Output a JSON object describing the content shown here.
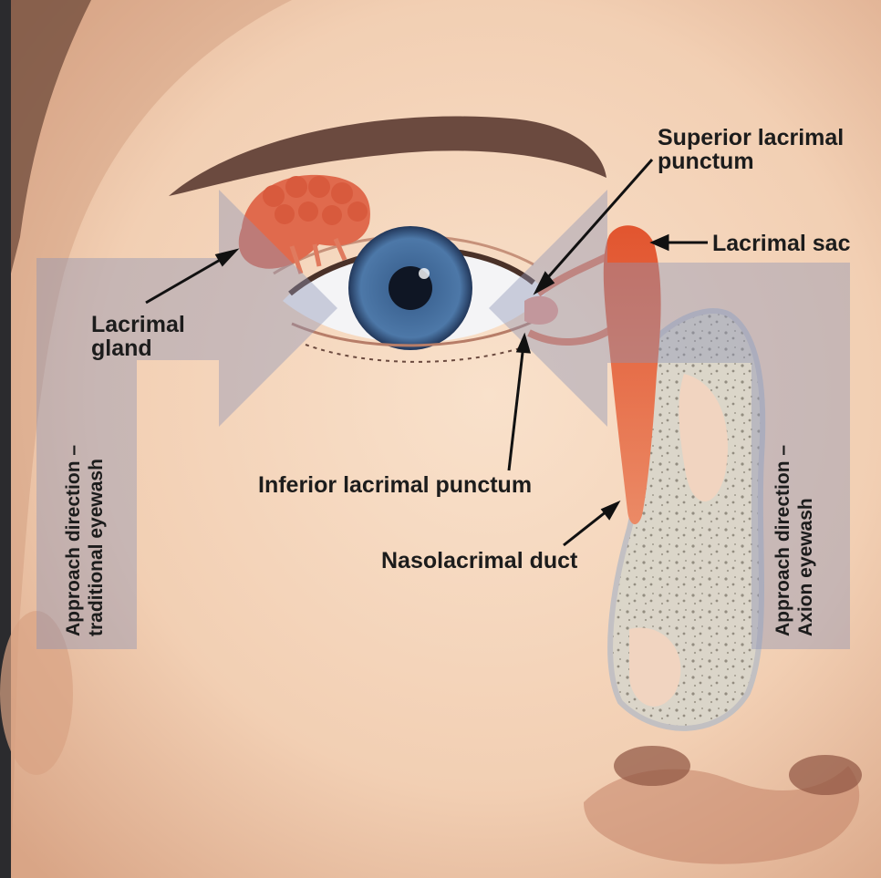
{
  "labels": {
    "superior_punctum_line1": "Superior lacrimal",
    "superior_punctum_line2": "punctum",
    "lacrimal_sac": "Lacrimal sac",
    "lacrimal_gland_line1": "Lacrimal",
    "lacrimal_gland_line2": "gland",
    "inferior_punctum": "Inferior lacrimal punctum",
    "nasolacrimal_duct": "Nasolacrimal duct",
    "approach_traditional_line1": "Approach direction –",
    "approach_traditional_line2": "traditional eyewash",
    "approach_axion_line1": "Approach direction –",
    "approach_axion_line2": "Axion eyewash"
  },
  "colors": {
    "skin": "#f2cfb3",
    "skin_shadow": "#d9a586",
    "gland": "#e0674a",
    "duct": "#e8663f",
    "iris": "#3b5f8c",
    "bone": "#d8d4c8",
    "overlay": "#8c94b4",
    "label_text": "#1c1c1c"
  },
  "icons": {
    "eye": "eye-illustration",
    "nose": "nose-illustration",
    "arrow": "arrow-pointer"
  }
}
